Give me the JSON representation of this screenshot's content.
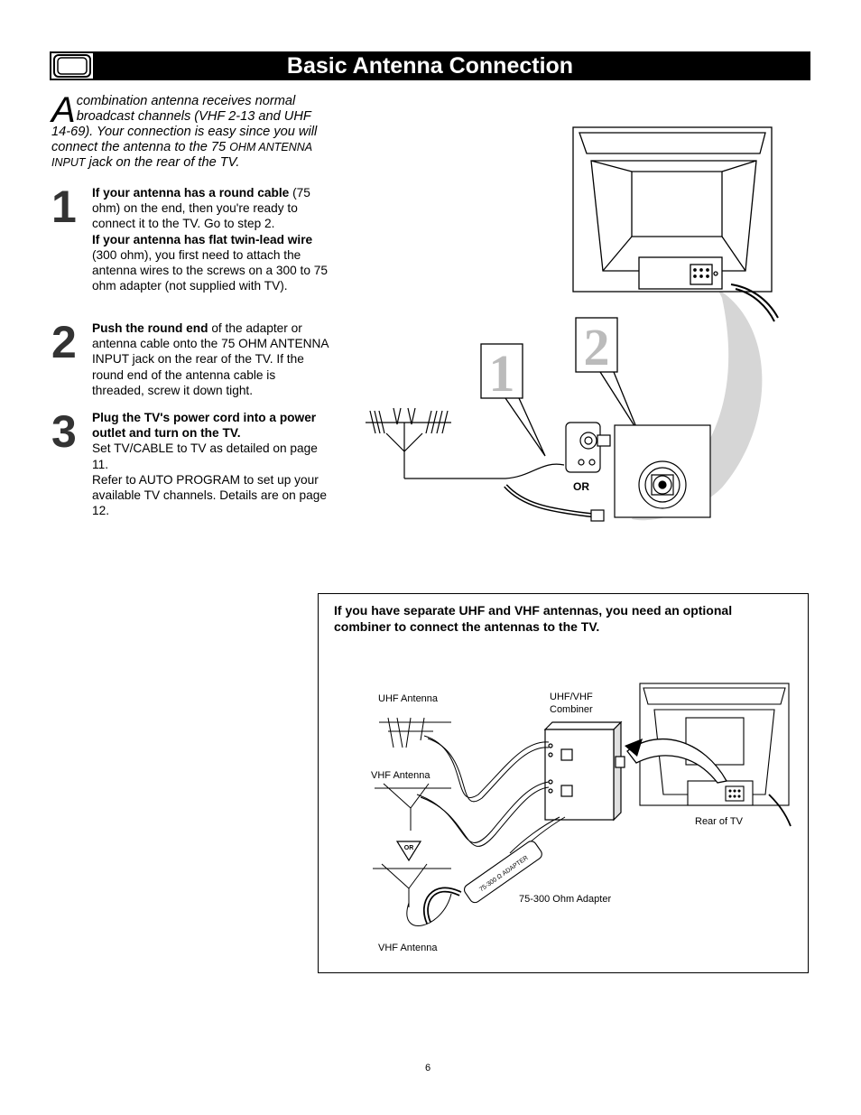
{
  "page": {
    "title": "Basic Antenna Connection",
    "page_number": "6"
  },
  "intro": {
    "dropcap": "A",
    "text_before": "combination antenna receives normal broadcast channels (VHF 2-13 and UHF 14-69). Your connection is easy since you will connect the antenna to the 75 ",
    "small_caps": "OHM ANTENNA INPUT",
    "text_after": " jack on the rear of the TV."
  },
  "steps": [
    {
      "number": "1",
      "bold1": "If your antenna has a round cable",
      "text1": " (75 ohm) on the end, then you're ready to connect it to the TV. Go to step 2.",
      "bold2": "If your antenna has flat twin-lead wire",
      "text2": " (300 ohm), you first need to attach the antenna wires to the screws on a 300 to 75 ohm adapter (not supplied with TV)."
    },
    {
      "number": "2",
      "bold1": "Push the round end",
      "text1": " of the adapter or antenna cable onto the 75 OHM ANTENNA INPUT jack on the rear of the TV.  If the round end of the antenna cable is threaded, screw it down tight."
    },
    {
      "number": "3",
      "bold1": "Plug the TV's power cord into a power outlet and turn on the TV.",
      "line1": "Set TV/CABLE to TV as detailed on page 11.",
      "line2": "Refer to AUTO PROGRAM to set up your available TV channels. Details are on page 12."
    }
  ],
  "figure_top": {
    "callout_1": "1",
    "callout_2": "2",
    "or_label": "OR"
  },
  "combiner_box": {
    "heading": "If you have separate UHF and VHF antennas, you need an optional combiner to connect the antennas to the TV.",
    "labels": {
      "uhf_antenna": "UHF Antenna",
      "combiner_line1": "UHF/VHF",
      "combiner_line2": "Combiner",
      "vhf_antenna_1": "VHF Antenna",
      "rear_of_tv": "Rear   of TV",
      "adapter": "75-300 Ohm Adapter",
      "vhf_antenna_2": "VHF Antenna",
      "or_badge": "OR",
      "adapter_print": "75-300 Ω ADAPTER"
    }
  }
}
